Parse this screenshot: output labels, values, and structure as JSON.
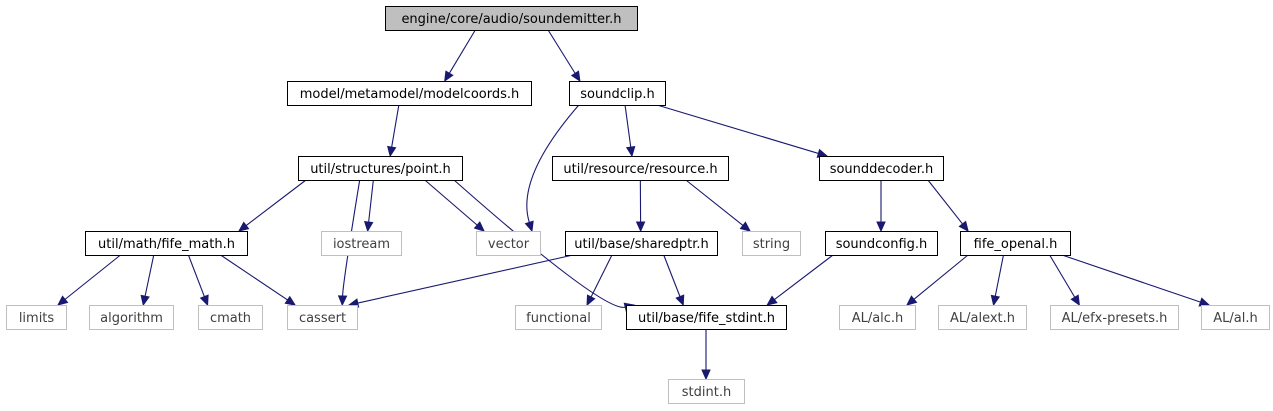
{
  "colors": {
    "edge": "#191970",
    "root_fill": "#bfbfbf",
    "local_stroke": "#000000",
    "external_stroke": "#bfbfbf",
    "local_text": "#000000",
    "external_text": "#404040"
  },
  "nodes": {
    "soundemitter": {
      "label": "engine/core/audio/soundemitter.h",
      "kind": "root"
    },
    "modelcoords": {
      "label": "model/metamodel/modelcoords.h",
      "kind": "local"
    },
    "soundclip": {
      "label": "soundclip.h",
      "kind": "local"
    },
    "point": {
      "label": "util/structures/point.h",
      "kind": "local"
    },
    "resource": {
      "label": "util/resource/resource.h",
      "kind": "local"
    },
    "sounddecoder": {
      "label": "sounddecoder.h",
      "kind": "local"
    },
    "fife_math": {
      "label": "util/math/fife_math.h",
      "kind": "local"
    },
    "iostream": {
      "label": "iostream",
      "kind": "external"
    },
    "vector": {
      "label": "vector",
      "kind": "external"
    },
    "sharedptr": {
      "label": "util/base/sharedptr.h",
      "kind": "local"
    },
    "string": {
      "label": "string",
      "kind": "external"
    },
    "soundconfig": {
      "label": "soundconfig.h",
      "kind": "local"
    },
    "fife_openal": {
      "label": "fife_openal.h",
      "kind": "local"
    },
    "limits": {
      "label": "limits",
      "kind": "external"
    },
    "algorithm": {
      "label": "algorithm",
      "kind": "external"
    },
    "cmath": {
      "label": "cmath",
      "kind": "external"
    },
    "cassert": {
      "label": "cassert",
      "kind": "external"
    },
    "functional": {
      "label": "functional",
      "kind": "external"
    },
    "fife_stdint": {
      "label": "util/base/fife_stdint.h",
      "kind": "local"
    },
    "alc": {
      "label": "AL/alc.h",
      "kind": "external"
    },
    "alext": {
      "label": "AL/alext.h",
      "kind": "external"
    },
    "efx_presets": {
      "label": "AL/efx-presets.h",
      "kind": "external"
    },
    "al": {
      "label": "AL/al.h",
      "kind": "external"
    },
    "stdint": {
      "label": "stdint.h",
      "kind": "external"
    }
  },
  "edges": [
    [
      "soundemitter",
      "modelcoords"
    ],
    [
      "soundemitter",
      "soundclip"
    ],
    [
      "modelcoords",
      "point"
    ],
    [
      "soundclip",
      "vector"
    ],
    [
      "soundclip",
      "resource"
    ],
    [
      "soundclip",
      "sounddecoder"
    ],
    [
      "point",
      "fife_math"
    ],
    [
      "point",
      "cassert"
    ],
    [
      "point",
      "iostream"
    ],
    [
      "point",
      "vector"
    ],
    [
      "point",
      "fife_stdint"
    ],
    [
      "resource",
      "sharedptr"
    ],
    [
      "resource",
      "string"
    ],
    [
      "sounddecoder",
      "soundconfig"
    ],
    [
      "sounddecoder",
      "fife_openal"
    ],
    [
      "fife_math",
      "limits"
    ],
    [
      "fife_math",
      "algorithm"
    ],
    [
      "fife_math",
      "cmath"
    ],
    [
      "fife_math",
      "cassert"
    ],
    [
      "sharedptr",
      "cassert"
    ],
    [
      "sharedptr",
      "functional"
    ],
    [
      "sharedptr",
      "fife_stdint"
    ],
    [
      "soundconfig",
      "fife_stdint"
    ],
    [
      "fife_openal",
      "alc"
    ],
    [
      "fife_openal",
      "alext"
    ],
    [
      "fife_openal",
      "efx_presets"
    ],
    [
      "fife_openal",
      "al"
    ],
    [
      "fife_stdint",
      "stdint"
    ]
  ]
}
